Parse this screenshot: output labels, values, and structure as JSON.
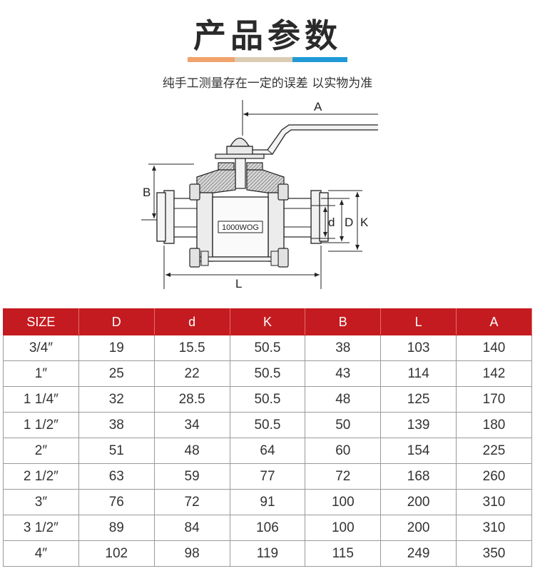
{
  "header": {
    "title": "产品参数",
    "subtitle": "纯手工测量存在一定的误差 以实物为准",
    "bar_colors": [
      "#f0a36b",
      "#dccbb3",
      "#1f9ad6"
    ]
  },
  "drawing": {
    "labels": {
      "A": "A",
      "B": "B",
      "d": "d",
      "D": "D",
      "K": "K",
      "L": "L"
    },
    "marking": "1000WOG"
  },
  "table": {
    "header_color": "#c41b20",
    "columns": [
      "SIZE",
      "D",
      "d",
      "K",
      "B",
      "L",
      "A"
    ],
    "rows": [
      [
        "3/4″",
        "19",
        "15.5",
        "50.5",
        "38",
        "103",
        "140"
      ],
      [
        "1″",
        "25",
        "22",
        "50.5",
        "43",
        "114",
        "142"
      ],
      [
        "1  1/4″",
        "32",
        "28.5",
        "50.5",
        "48",
        "125",
        "170"
      ],
      [
        "1 1/2″",
        "38",
        "34",
        "50.5",
        "50",
        "139",
        "180"
      ],
      [
        "2″",
        "51",
        "48",
        "64",
        "60",
        "154",
        "225"
      ],
      [
        "2 1/2″",
        "63",
        "59",
        "77",
        "72",
        "168",
        "260"
      ],
      [
        "3″",
        "76",
        "72",
        "91",
        "100",
        "200",
        "310"
      ],
      [
        "3 1/2″",
        "89",
        "84",
        "106",
        "100",
        "200",
        "310"
      ],
      [
        "4″",
        "102",
        "98",
        "119",
        "115",
        "249",
        "350"
      ]
    ]
  }
}
